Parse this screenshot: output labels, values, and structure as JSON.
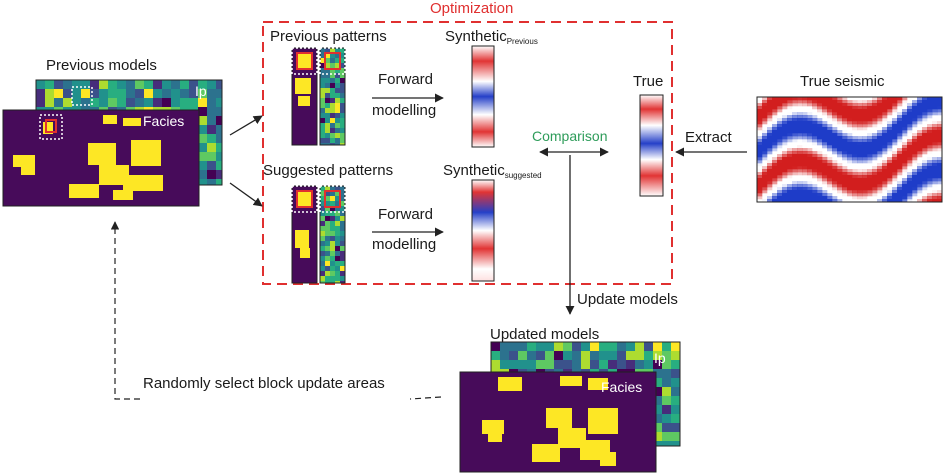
{
  "title": "Optimization",
  "previous_models": {
    "label": "Previous models",
    "ip_label": "Ip",
    "facies_label": "Facies"
  },
  "previous_patterns": "Previous patterns",
  "suggested_patterns": "Suggested patterns",
  "forward_modelling": {
    "top": [
      "Forward",
      "modelling"
    ],
    "bottom": [
      "Forward",
      "modelling"
    ]
  },
  "synthetic_previous": {
    "main": "Synthetic",
    "sub": "Previous"
  },
  "synthetic_suggested": {
    "main": "Synthetic",
    "sub": "suggested"
  },
  "true_label": "True",
  "comparison": "Comparison",
  "extract": "Extract",
  "true_seismic": "True seismic",
  "update_models": "Update models",
  "updated_models": {
    "label": "Updated models",
    "ip_label": "Ip",
    "facies_label": "Facies"
  },
  "random_select": "Randomly select block update areas",
  "colors": {
    "optimization_border": "#e03030",
    "comparison_text": "#2e9c5a",
    "facies_dark": "#470b5a",
    "facies_yellow": "#fde725",
    "seismic_red": "#d21e1e",
    "seismic_blue": "#1e3cc8"
  }
}
